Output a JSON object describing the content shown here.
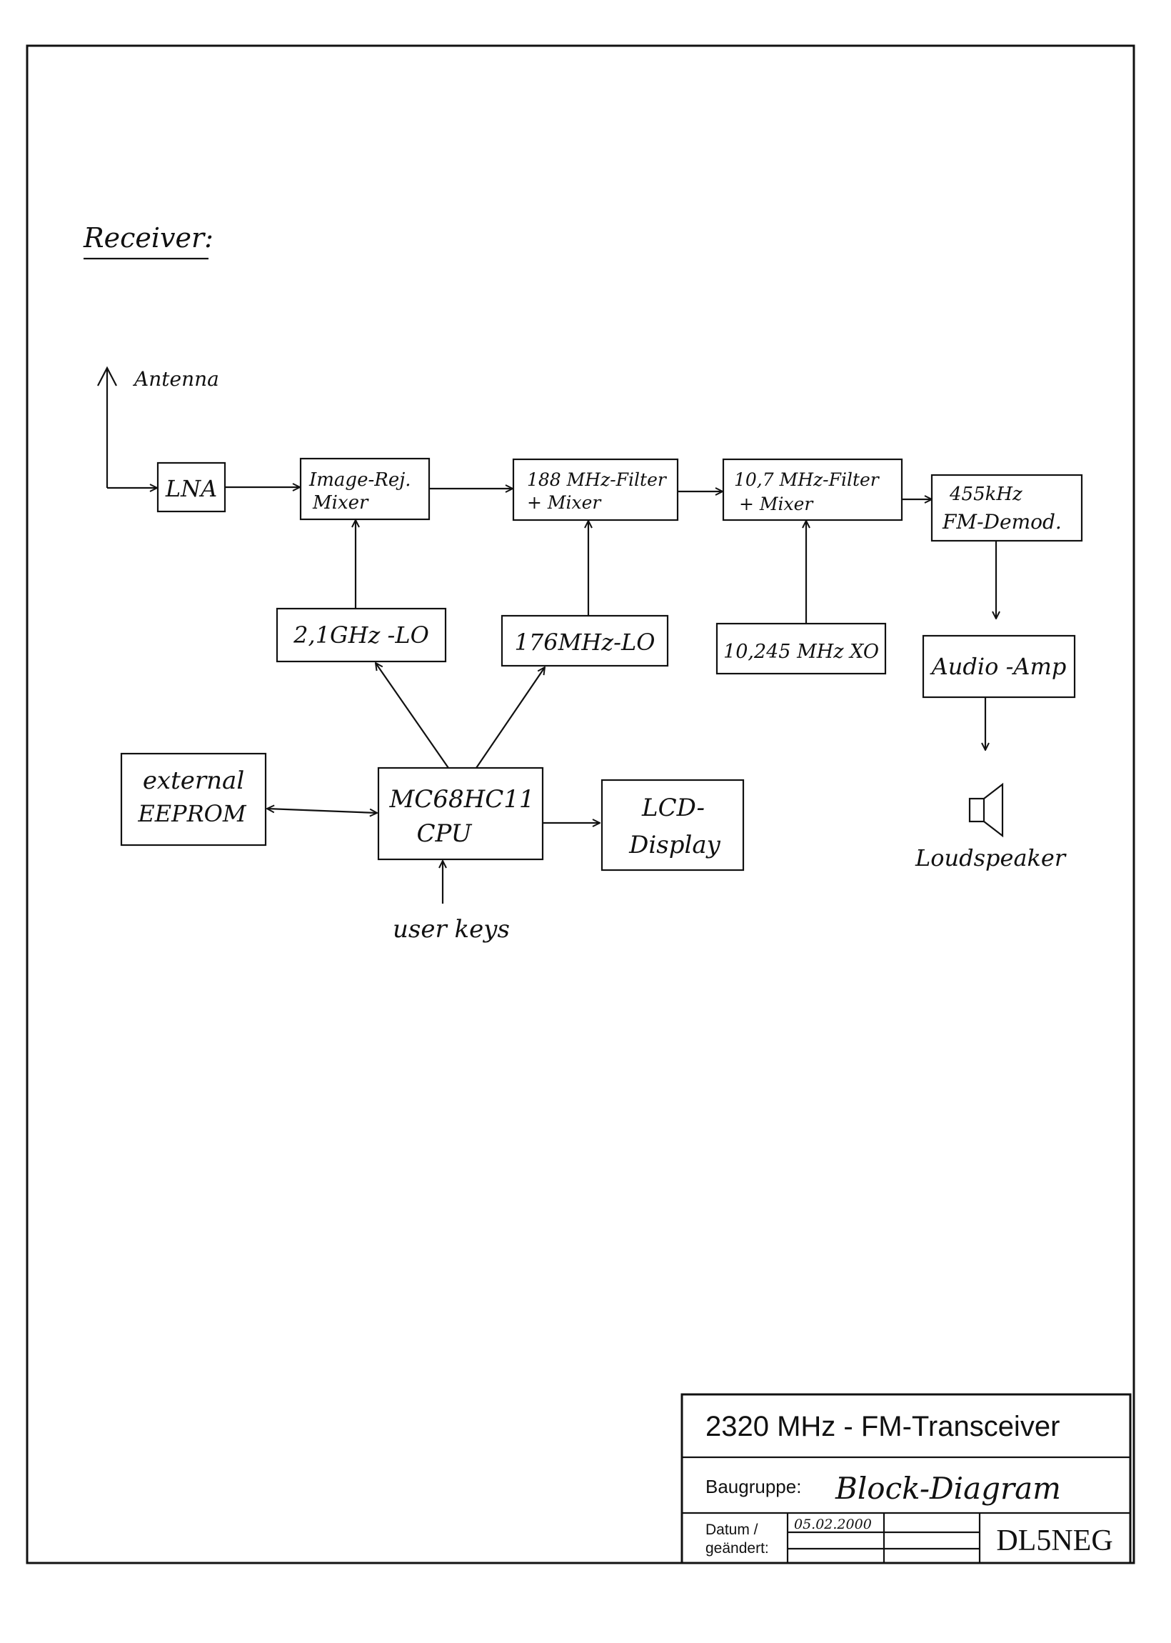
{
  "section_heading": "Receiver:",
  "blocks": {
    "antenna": "Antenna",
    "lna": "LNA",
    "image_mixer": [
      "Image-Rej.",
      "Mixer"
    ],
    "filter188": [
      "188 MHz-Filter",
      "+ Mixer"
    ],
    "filter107": [
      "10,7 MHz-Filter",
      "+ Mixer"
    ],
    "demod": [
      "455kHz",
      "FM-Demod."
    ],
    "lo21": "2,1GHz -LO",
    "lo176": "176MHz-LO",
    "xo": "10,245 MHz XO",
    "audio_amp": "Audio -Amp",
    "loudspeaker": "Loudspeaker",
    "eeprom": [
      "external",
      "EEPROM"
    ],
    "cpu": [
      "MC68HC11",
      "CPU"
    ],
    "lcd": [
      "LCD-",
      "Display"
    ],
    "user_keys": "user keys"
  },
  "title_block": {
    "title": "2320 MHz - FM-Transceiver",
    "baugruppe_label": "Baugruppe:",
    "baugruppe_value": "Block-Diagram",
    "datum_label_1": "Datum /",
    "datum_label_2": "geändert:",
    "date": "05.02.2000",
    "author": "DL5NEG"
  }
}
